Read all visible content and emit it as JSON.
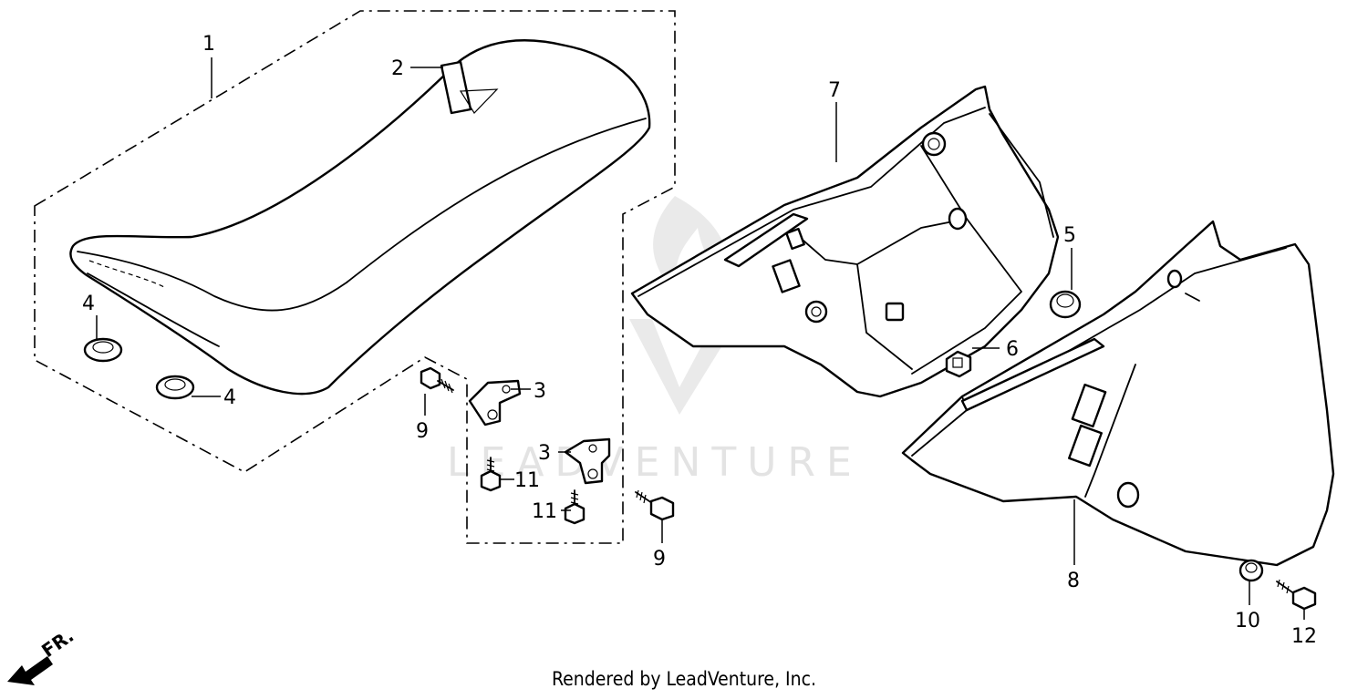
{
  "callouts": {
    "c1": "1",
    "c2": "2",
    "c3a": "3",
    "c3b": "3",
    "c4a": "4",
    "c4b": "4",
    "c5": "5",
    "c6": "6",
    "c7": "7",
    "c8": "8",
    "c9a": "9",
    "c9b": "9",
    "c10": "10",
    "c11a": "11",
    "c11b": "11",
    "c12": "12"
  },
  "direction_label": "FR.",
  "watermark": "LEADVENTURE",
  "footer": "Rendered by LeadVenture, Inc."
}
